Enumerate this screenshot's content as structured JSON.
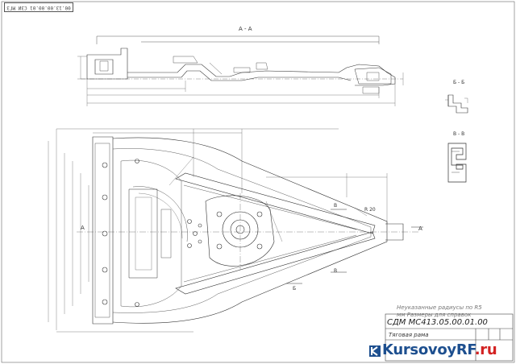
{
  "stamp": {
    "code": "00.13.00.00.01 СЗИ МГЗ"
  },
  "sections": {
    "aa": "А - А",
    "bb": "Б - Б",
    "vv": "В - В"
  },
  "markers": {
    "a": "А",
    "b": "Б",
    "v": "В",
    "r20": "R 20"
  },
  "note": {
    "line1": "Неуказанные радиусы по R5",
    "line2": "мм Размеры для справок"
  },
  "title_block": {
    "code": "СДМ МС413.05.00.01.00",
    "name": "Тяговая рама"
  },
  "watermark": {
    "brand": "KursovoyRF",
    "tld": ".ru",
    "brand_color": "#1d4f8f",
    "accent_color": "#d32222"
  }
}
